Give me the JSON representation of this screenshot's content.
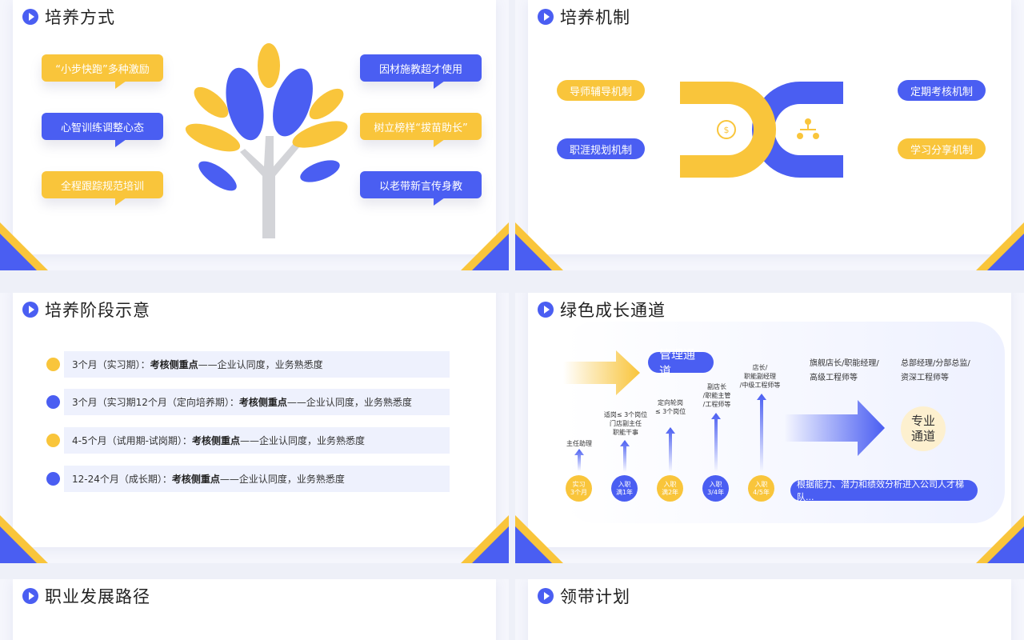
{
  "slides": {
    "s1": {
      "title": "培养方式",
      "left_items": [
        "“小步快跑”多种激励",
        "心智训练调整心态",
        "全程跟踪规范培训"
      ],
      "right_items": [
        "因材施教超才使用",
        "树立榜样“拔苗助长”",
        "以老带新言传身教"
      ]
    },
    "s2": {
      "title": "培养机制",
      "left_items": [
        "导师辅导机制",
        "职涯规划机制"
      ],
      "right_items": [
        "定期考核机制",
        "学习分享机制"
      ]
    },
    "s3": {
      "title": "培养阶段示意",
      "stages": [
        {
          "period": "3个月（实习期）：",
          "focus": "考核侧重点",
          "detail": "——企业认同度，业务熟悉度"
        },
        {
          "period": "3个月（实习期12个月（定向培养期）：",
          "focus": "考核侧重点",
          "detail": "——企业认同度，业务熟悉度"
        },
        {
          "period": "4-5个月（试用期-试岗期）：",
          "focus": "考核侧重点",
          "detail": "——企业认同度，业务熟悉度"
        },
        {
          "period": "12-24个月（成长期）：",
          "focus": "考核侧重点",
          "detail": "——企业认同度，业务熟悉度"
        }
      ]
    },
    "s4": {
      "title": "绿色成长通道",
      "mgmt_label": "管理通道",
      "pro_label_1": "专业",
      "pro_label_2": "通道",
      "bottom_bar": "根据能力、潜力和绩效分析进入公司人才梯队...",
      "top_right_1a": "旗舰店长/职能经理/",
      "top_right_1b": "高级工程师等",
      "top_right_2a": "总部经理/分部总监/",
      "top_right_2b": "资深工程师等",
      "steps": [
        {
          "c1": "实习",
          "c2": "3个月",
          "l1": "主任助理",
          "l2": "",
          "l3": ""
        },
        {
          "c1": "入职",
          "c2": "满1年",
          "l1": "适岗≤ 3个岗位",
          "l2": "门店副主任",
          "l3": "职能干事"
        },
        {
          "c1": "入职",
          "c2": "满2年",
          "l1": "定向轮岗",
          "l2": "≤ 3个岗位",
          "l3": ""
        },
        {
          "c1": "入职",
          "c2": "3/4年",
          "l1": "副店长",
          "l2": "/职能主管",
          "l3": "/工程师等"
        },
        {
          "c1": "入职",
          "c2": "4/5年",
          "l1": "店长/",
          "l2": "职能副经理",
          "l3": "/中级工程师等"
        }
      ]
    },
    "s5": {
      "title": "职业发展路径"
    },
    "s6": {
      "title": "领带计划"
    }
  },
  "colors": {
    "yellow": "#f9c53b",
    "blue": "#4a5ef2",
    "tree_trunk": "#d3d4d8"
  },
  "icons": [
    "play-icon",
    "clock-dollar-icon",
    "org-chart-icon",
    "corner-triangle-decoration"
  ]
}
